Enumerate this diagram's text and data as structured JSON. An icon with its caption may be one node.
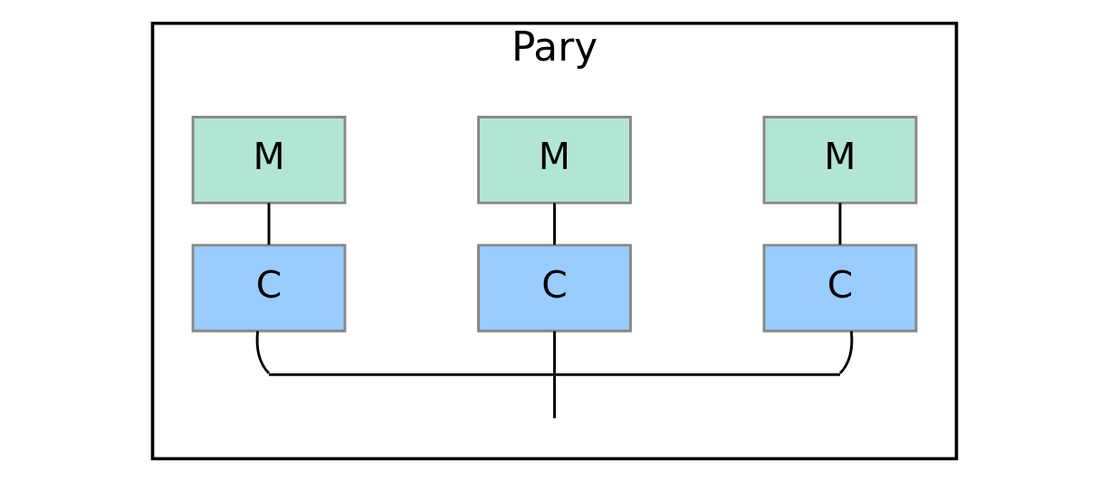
{
  "diagram": {
    "nodes": [
      {
        "text": [
          "Pary"
        ]
      },
      {
        "text": [
          "M"
        ],
        "in": 0
      },
      {
        "text": [
          "M"
        ],
        "in": 0
      },
      {
        "text": [
          "M"
        ],
        "in": 0
      },
      {
        "text": [
          "C"
        ],
        "in": 0
      },
      {
        "text": [
          "C"
        ],
        "in": 0
      },
      {
        "text": [
          "C"
        ],
        "in": 0
      },
      {
        "text": [],
        "shape": "bar",
        "in": 0
      }
    ],
    "edges": [
      {
        "from": 1,
        "to": 4,
        "arrow": "none"
      },
      {
        "from": 2,
        "to": 5,
        "arrow": "none"
      },
      {
        "from": 3,
        "to": 6,
        "arrow": "none"
      },
      {
        "from": 4,
        "to": 7,
        "arrow": "none"
      },
      {
        "from": 5,
        "to": 7,
        "arrow": "none"
      },
      {
        "from": 6,
        "to": 7,
        "arrow": "none"
      },
      {
        "from": 7,
        "to": null,
        "arrow": "none"
      }
    ]
  }
}
